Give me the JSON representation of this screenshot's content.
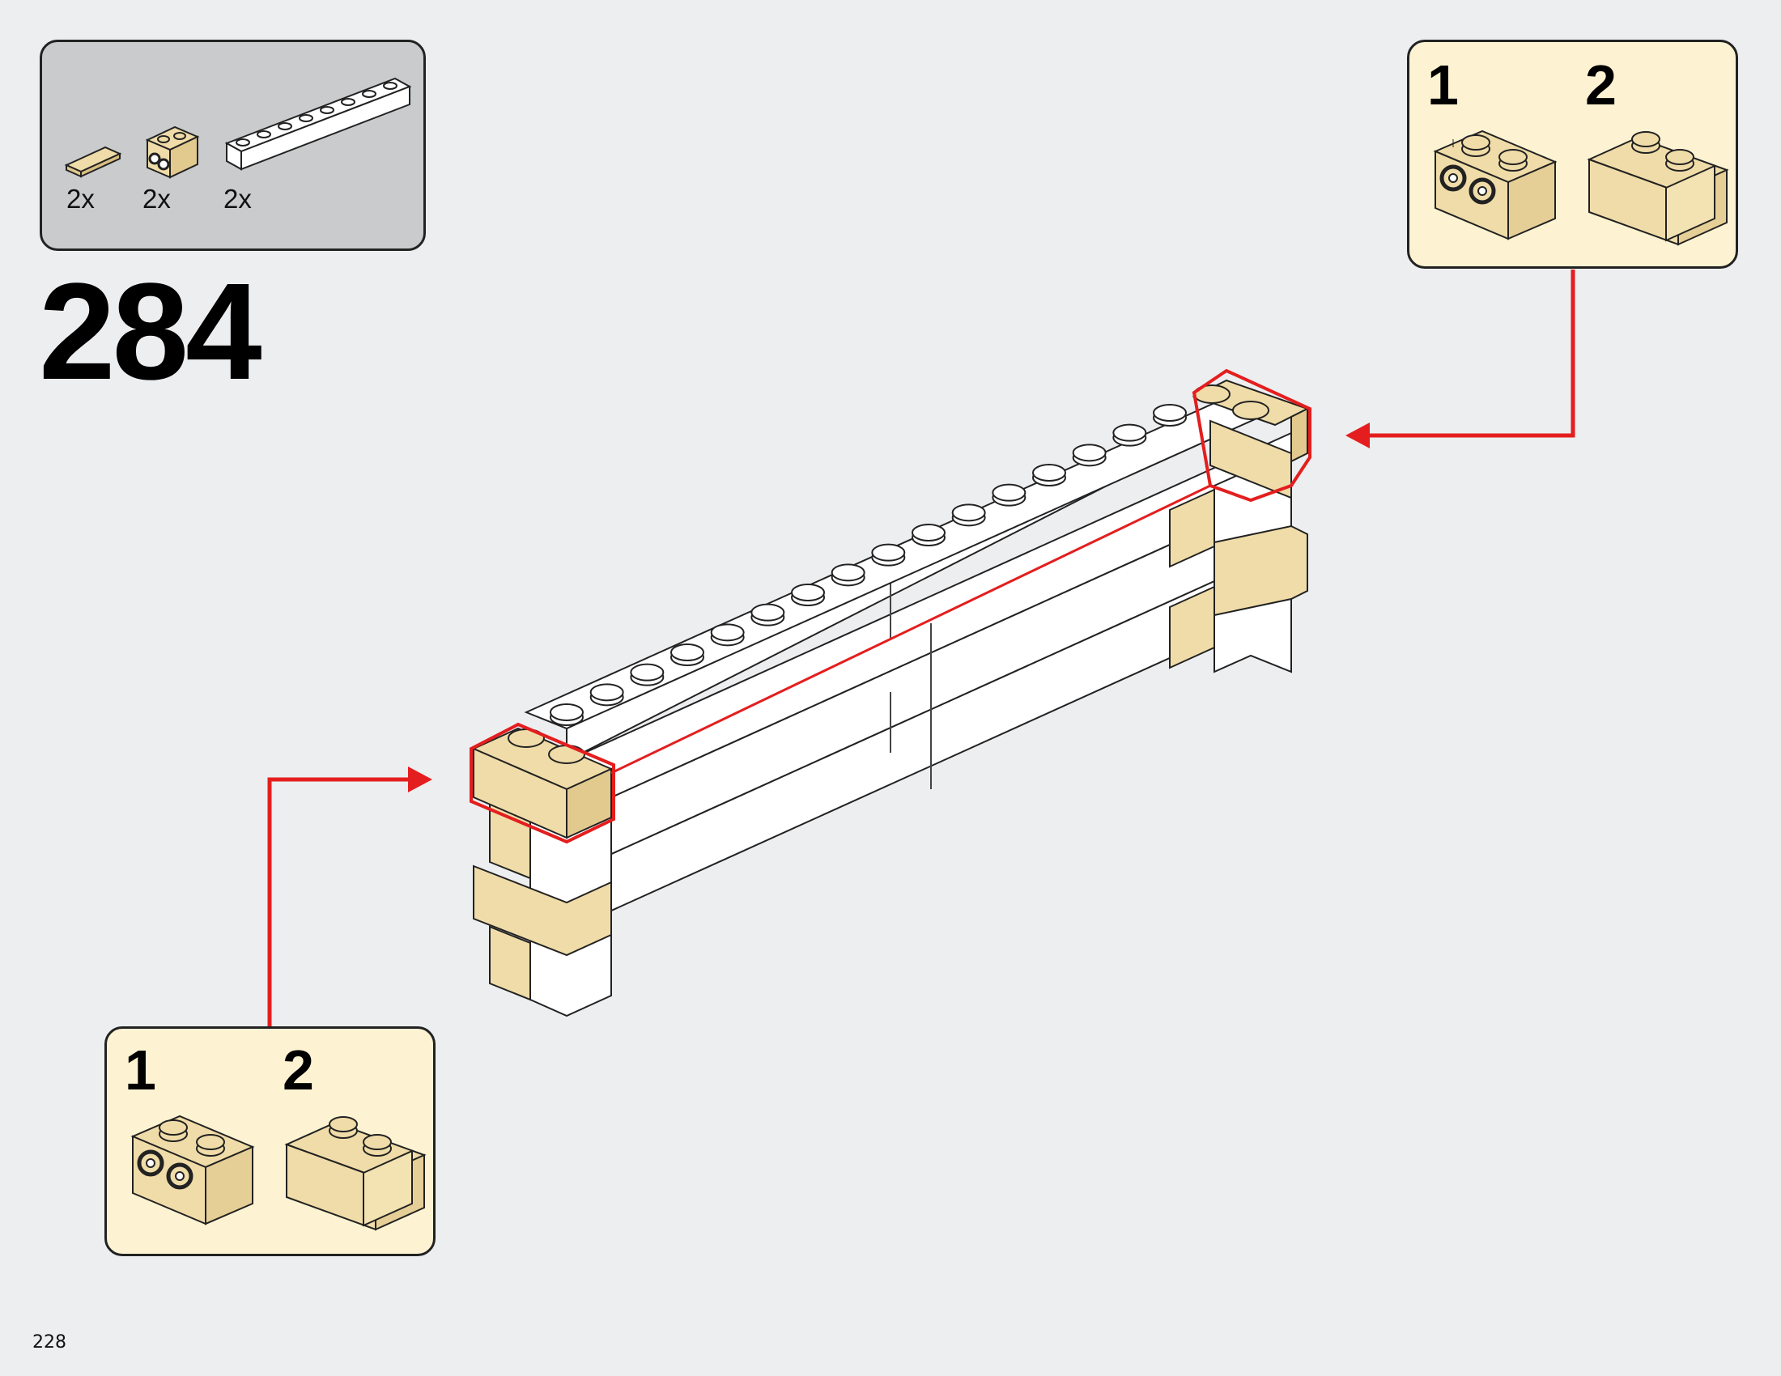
{
  "page": {
    "number": "228"
  },
  "step": {
    "number": "284"
  },
  "parts_list": {
    "items": [
      {
        "part": "tile-1x2-tan-icon",
        "qty": "2x"
      },
      {
        "part": "brick-1x2-studs-on-side-tan-icon",
        "qty": "2x"
      },
      {
        "part": "brick-1x8-white-icon",
        "qty": "2x"
      }
    ]
  },
  "subassembly_right": {
    "steps": [
      "1",
      "2"
    ]
  },
  "subassembly_left": {
    "steps": [
      "1",
      "2"
    ]
  },
  "colors": {
    "background": "#edeef0",
    "tan": "#f0dca8",
    "highlight": "#e41e1e",
    "callout_bg": "#fdf3d2",
    "parts_bg": "#c9cbcc"
  }
}
